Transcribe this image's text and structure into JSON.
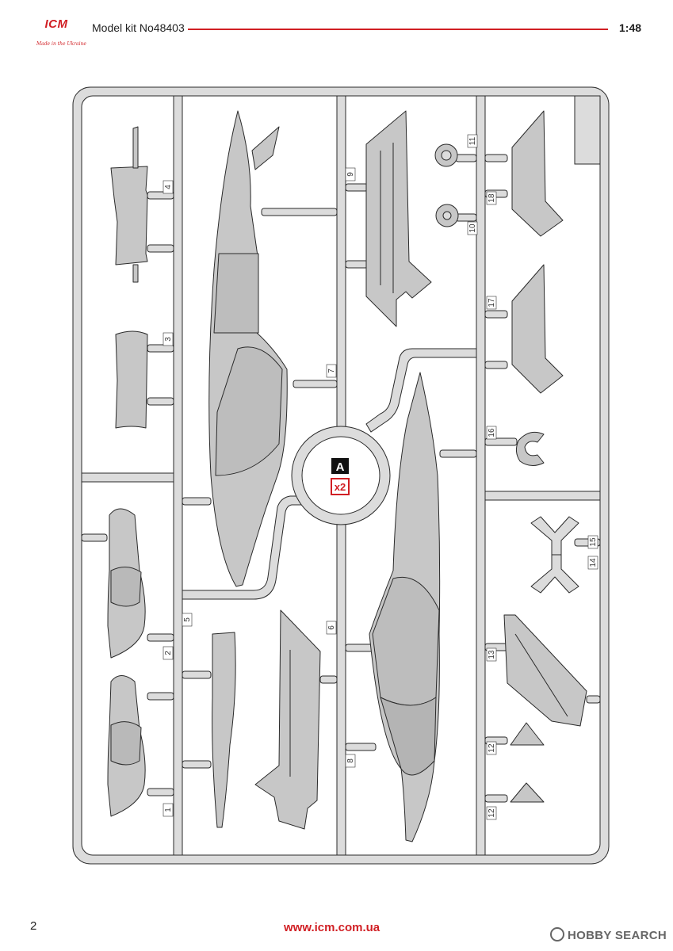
{
  "header": {
    "logo_text": "ICM",
    "logo_tagline": "Made in the Ukraine",
    "kit_title": "Model kit No48403",
    "scale": "1:48"
  },
  "sprue": {
    "letter": "A",
    "multiplier": "x2",
    "part_numbers": [
      "1",
      "2",
      "3",
      "4",
      "5",
      "6",
      "7",
      "8",
      "9",
      "10",
      "11",
      "12",
      "12",
      "13",
      "14",
      "15",
      "16",
      "17",
      "18"
    ]
  },
  "footer": {
    "page_number": "2",
    "website": "www.icm.com.ua",
    "watermark": "HOBBY SEARCH"
  },
  "colors": {
    "accent": "#d11f24",
    "part_fill": "#c7c7c7",
    "part_stroke": "#2a2a2a",
    "runner_fill": "#dcdcdc"
  }
}
